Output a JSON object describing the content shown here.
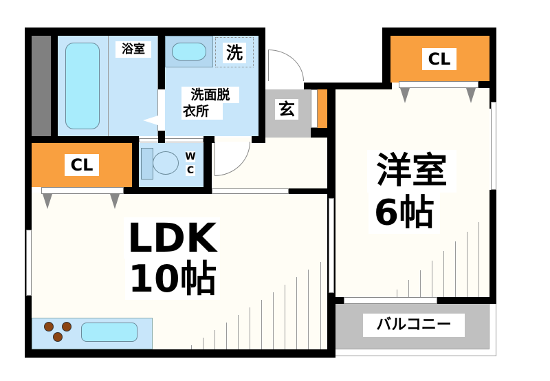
{
  "floorplan": {
    "colors": {
      "wall": "#000000",
      "floor": "#fffdf5",
      "wet_area": "#c8e6fa",
      "fixture": "#a8ecfc",
      "closet": "#f9a040",
      "entry": "#c0c0c0",
      "balcony": "#c0c0c0",
      "pillar": "#808080",
      "stove": "#8b4513"
    },
    "rooms": {
      "bathroom": "浴室",
      "laundry": "洗",
      "washroom_line1": "洗面脱",
      "washroom_line2": "衣所",
      "entrance": "玄",
      "toilet_w": "W",
      "toilet_c": "C",
      "closet_left": "CL",
      "closet_right": "CL",
      "ldk_name": "LDK",
      "ldk_size": "10帖",
      "western_name": "洋室",
      "western_size": "6帖",
      "balcony": "バルコニー"
    }
  }
}
